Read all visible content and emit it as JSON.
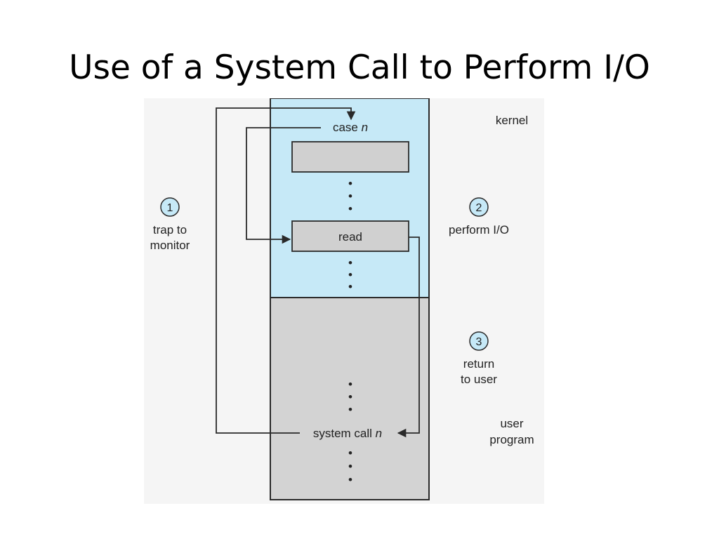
{
  "title": "Use of a System Call to Perform I/O",
  "regions": {
    "kernel_label": "kernel",
    "user_label_line1": "user",
    "user_label_line2": "program"
  },
  "kernel_code": {
    "case_text": "case ",
    "case_var": "n",
    "read_label": "read",
    "ellipsis": "•"
  },
  "user_code": {
    "syscall_text": "system call ",
    "syscall_var": "n",
    "ellipsis": "•"
  },
  "steps": [
    {
      "number": "1",
      "line1": "trap to",
      "line2": "monitor"
    },
    {
      "number": "2",
      "line1": "perform I/O",
      "line2": ""
    },
    {
      "number": "3",
      "line1": "return",
      "line2": "to user"
    }
  ],
  "colors": {
    "kernel_fill": "#c6e9f7",
    "user_fill": "#d3d3d3",
    "box_fill": "#d0d0d0",
    "badge_fill": "#c6e9f7",
    "stroke": "#2a2a2a"
  }
}
